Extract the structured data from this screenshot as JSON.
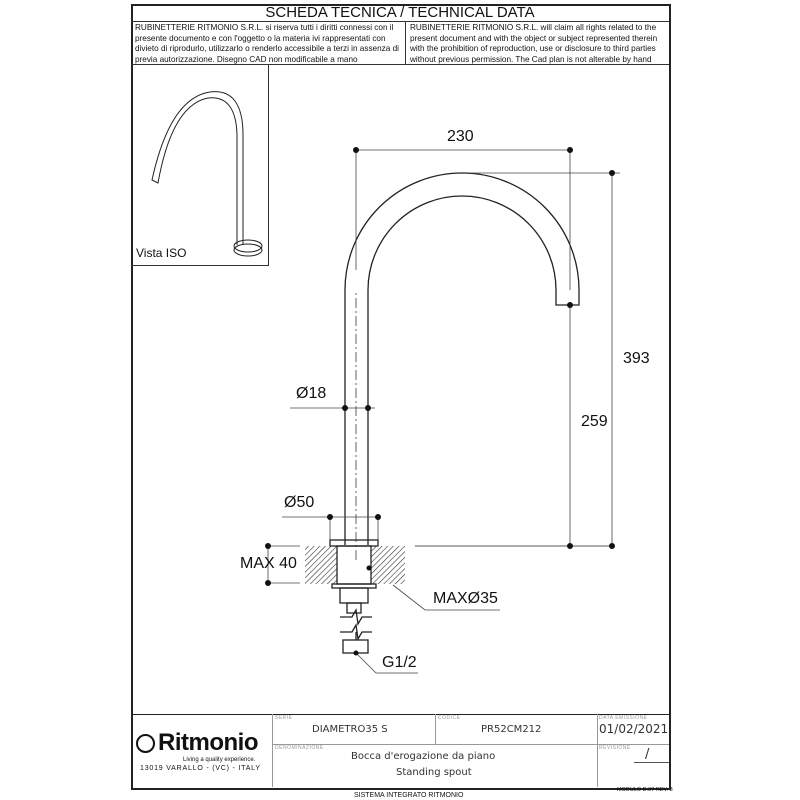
{
  "header": {
    "title": "SCHEDA TECNICA / TECHNICAL DATA",
    "note_it": "RUBINETTERIE RITMONIO S.R.L. si riserva tutti i diritti connessi con il presente documento e con l'oggetto o la materia ivi rappresentati con divieto di riprodurlo, utilizzarlo o renderlo accessibile a terzi in assenza di previa autorizzazione. Disegno CAD non modificabile a mano",
    "note_en": "RUBINETTERIE RITMONIO S.R.L. will claim all rights related to the present document and with the object or subject represented therein with the prohibition  of reproduction, use or disclosure to third parties without previous permission.  The Cad plan is not alterable by hand"
  },
  "iso_view": {
    "label": "Vista ISO"
  },
  "dimensions": {
    "width": "230",
    "height_total": "393",
    "height_spout": "259",
    "pipe_diameter": "Ø18",
    "base_diameter": "Ø50",
    "max_thickness": "MAX 40",
    "max_hole": "MAXØ35",
    "thread": "G1/2"
  },
  "title_block": {
    "logo_text": "Ritmonio",
    "tagline": "Living a quality experience.",
    "address": "13019 VARALLO - (VC) - ITALY",
    "serie_label": "SERIE",
    "serie": "DIAMETRO35  S",
    "codice_label": "CODICE",
    "codice": "PR52CM212",
    "data_label": "DATA EMISSIONE",
    "data": "01/02/2021",
    "denominazione_label": "DENOMINAZIONE",
    "denominazione_it": "Bocca d'erogazione da piano",
    "denominazione_en": "Standing spout",
    "revisione_label": "REVISIONE",
    "revisione": "/"
  },
  "footer": {
    "system": "SISTEMA INTEGRATO RITMONIO",
    "module": "MODULO D.37 REV. 3"
  }
}
